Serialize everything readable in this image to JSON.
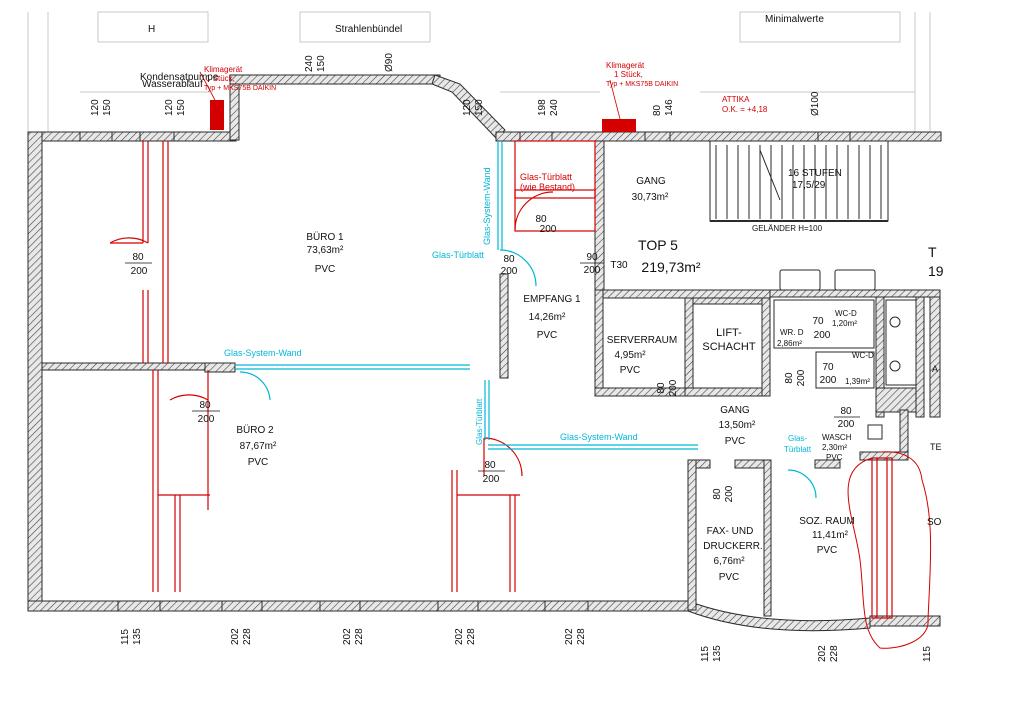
{
  "top_header": {
    "left_label": "H",
    "mid_label": "Strahlenbündel",
    "right_label": "Minimalwerte"
  },
  "notes": {
    "klima_left": [
      "Klimagerät",
      "1 Stück,",
      "Typ + MKS75B DAIKIN"
    ],
    "klima_right": [
      "Klimagerät",
      "1 Stück,",
      "Typ + MKS75B DAIKIN"
    ],
    "small_left_note": [
      "Kondensatpumpe",
      "Wasserablauf"
    ],
    "attika": [
      "ATTIKA",
      "O.K. = +4,18"
    ]
  },
  "top_dims": [
    {
      "a": "120",
      "b": "150"
    },
    {
      "a": "120",
      "b": "150"
    },
    {
      "a": "240",
      "b": "150"
    },
    {
      "a": "Ø90"
    },
    {
      "a": "120",
      "b": "150"
    },
    {
      "a": "198",
      "b": "240"
    },
    {
      "a": "80",
      "b": "146"
    },
    {
      "a": "Ø100"
    }
  ],
  "bottom_dims": [
    {
      "a": "115",
      "b": "135"
    },
    {
      "a": "202",
      "b": "228"
    },
    {
      "a": "202",
      "b": "228"
    },
    {
      "a": "202",
      "b": "228"
    },
    {
      "a": "202",
      "b": "228"
    },
    {
      "a": "115",
      "b": "135"
    },
    {
      "a": "202",
      "b": "228"
    },
    {
      "a": "115"
    }
  ],
  "rooms": {
    "buero1": {
      "name": "BÜRO 1",
      "area": "73,63m²",
      "floor": "PVC"
    },
    "buero2": {
      "name": "BÜRO 2",
      "area": "87,67m²",
      "floor": "PVC"
    },
    "empfang": {
      "name": "EMPFANG 1",
      "area": "14,26m²",
      "floor": "PVC"
    },
    "gang_top": {
      "name": "GANG",
      "area": "30,73m²"
    },
    "top5": {
      "name": "TOP 5",
      "area": "219,73m²"
    },
    "server": {
      "name": "SERVERRAUM",
      "area": "4,95m²",
      "floor": "PVC"
    },
    "lift": {
      "name1": "LIFT-",
      "name2": "SCHACHT"
    },
    "gang_mid": {
      "name": "GANG",
      "area": "13,50m²",
      "floor": "PVC"
    },
    "fax": {
      "name1": "FAX- UND",
      "name2": "DRUCKERR.",
      "area": "6,76m²",
      "floor": "PVC"
    },
    "soz": {
      "name": "SOZ. RAUM",
      "area": "11,41m²",
      "floor": "PVC"
    },
    "wc_d1": {
      "name": "WC-D",
      "area": "1,20m²"
    },
    "wr_d": {
      "name": "WR. D",
      "area": "2,86m²"
    },
    "wc_d2": {
      "name": "WC-D",
      "area": "1,39m²"
    },
    "wasch": {
      "name": "WASCH",
      "area": "2,30m²",
      "floor": "PVC"
    }
  },
  "stairs": {
    "label": "16 STUFEN",
    "ratio": "17,5/29",
    "rail": "GELÄNDER H=100"
  },
  "glass_labels": {
    "tuerblatt": [
      "Glas-Türblatt",
      "(wie Bestand)"
    ],
    "system_wand_vertical": "Glas-System-Wand",
    "tuerblatt_left": "Glas-Türblatt",
    "system_wand_mid": "Glas-System-Wand",
    "system_wand_low": "Glas-System-Wand",
    "tuerblatt_vertical": "Glas-Türblatt",
    "tuerblatt_right": [
      "Glas-",
      "Türblatt"
    ]
  },
  "doors": {
    "d_buero1": [
      "80",
      "200"
    ],
    "d_buero2": [
      "80",
      "200"
    ],
    "d_mid": [
      "80",
      "200"
    ],
    "d_empfang": [
      "80",
      "200"
    ],
    "d_t30": [
      "90",
      "200"
    ],
    "t30": "T30",
    "d_server": [
      "80",
      "200"
    ],
    "d_lift": [
      "80",
      "200"
    ],
    "d_wc1": [
      "70",
      "200"
    ],
    "d_wc2": [
      "70",
      "200"
    ],
    "d_wasch": [
      "80",
      "200"
    ],
    "d_fax": [
      "80",
      "200"
    ],
    "d_glass_top": [
      "80",
      "200"
    ]
  },
  "edge_cut": {
    "t": "T",
    "n": "19",
    "te": "TE",
    "s": "SO",
    "a": "A"
  },
  "colors": {
    "wall": "#2a2a2a",
    "new_red": "#d40000",
    "glass_cyan": "#00b8d8",
    "light": "#bdbdbd"
  }
}
